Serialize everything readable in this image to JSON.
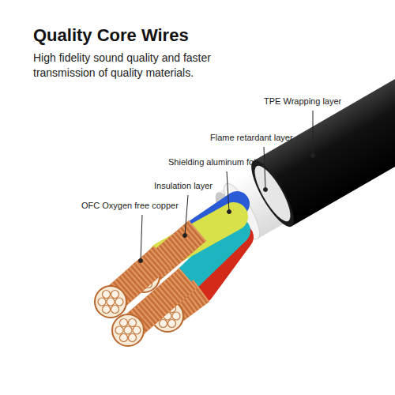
{
  "diagram": {
    "title": "Quality Core Wires",
    "labels": [
      "High fidelity sound quality and faster transmission of quality materials.",
      "TPE Wrapping layer",
      "Flame retardant layer",
      "Shielding aluminum foil",
      "Insulation layer",
      "OFC Oxygen free copper"
    ]
  }
}
